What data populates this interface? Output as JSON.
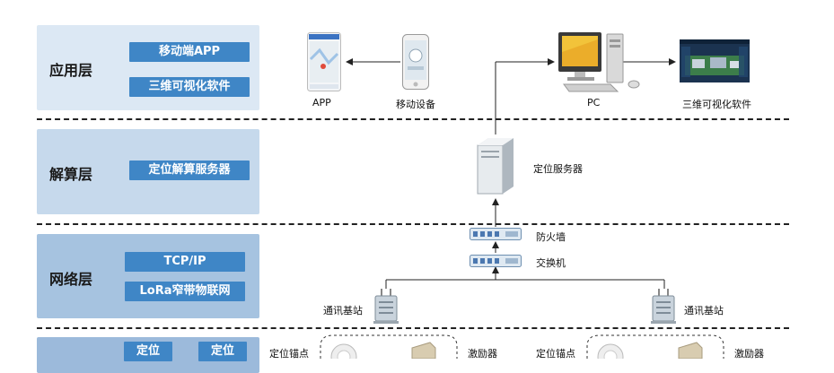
{
  "layers": {
    "app": {
      "title": "应用层",
      "tags": [
        "移动端APP",
        "三维可视化软件"
      ]
    },
    "compute": {
      "title": "解算层",
      "tags": [
        "定位解算服务器"
      ]
    },
    "network": {
      "title": "网络层",
      "tags": [
        "TCP/IP",
        "LoRa窄带物联网"
      ]
    },
    "position": {
      "tags": [
        "定位",
        "定位"
      ]
    }
  },
  "devices": {
    "app": "APP",
    "mobile": "移动设备",
    "pc": "PC",
    "viz3d": "三维可视化软件",
    "server": "定位服务器",
    "firewall": "防火墙",
    "switch": "交换机",
    "base_station_left": "通讯基站",
    "base_station_right": "通讯基站",
    "anchor_left": "定位锚点",
    "exciter_left": "激励器",
    "anchor_right": "定位锚点",
    "exciter_right": "激励器"
  },
  "colors": {
    "app_layer": "#dce8f4",
    "compute_layer": "#c6d9ec",
    "network_layer": "#a6c3e0",
    "position_layer": "#9cbadb",
    "tag": "#3f86c6"
  }
}
